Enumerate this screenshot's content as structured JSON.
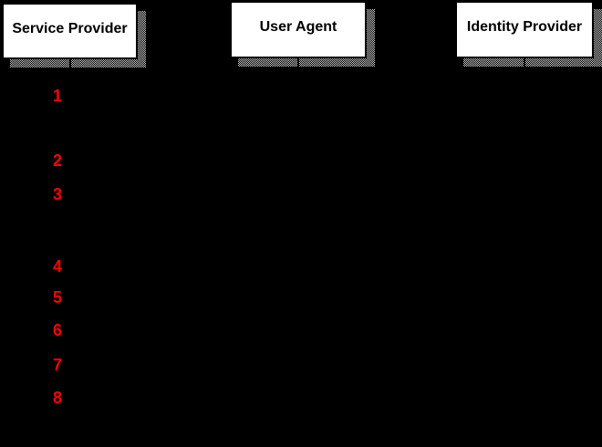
{
  "diagram": {
    "actors": [
      {
        "label": "Service Provider"
      },
      {
        "label": "User Agent"
      },
      {
        "label": "Identity Provider"
      }
    ],
    "steps": [
      {
        "number": "1"
      },
      {
        "number": "2"
      },
      {
        "number": "3"
      },
      {
        "number": "4"
      },
      {
        "number": "5"
      },
      {
        "number": "6"
      },
      {
        "number": "7"
      },
      {
        "number": "8"
      }
    ],
    "colors": {
      "background": "#000000",
      "actor_box_fill": "#ffffff",
      "actor_box_text": "#000000",
      "step_number": "#ff0000",
      "shadow_checker_light": "#c0c0c0",
      "shadow_checker_dark": "#000000"
    }
  }
}
